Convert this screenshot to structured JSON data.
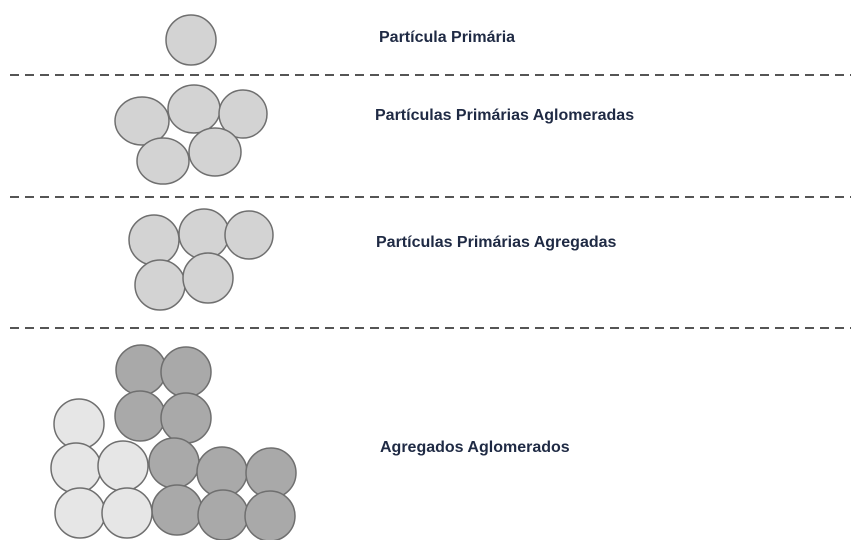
{
  "labels": {
    "primary": "Partícula Primária",
    "agglomerated": "Partículas Primárias Aglomeradas",
    "aggregated": "Partículas Primárias Agregadas",
    "aggregates_agglomerated": "Agregados Aglomerados"
  },
  "colors": {
    "text": "#1f2a44",
    "divider": "#555555",
    "outline": "#6f6f6f",
    "particle_light": "#d3d3d3",
    "particle_pale": "#e6e6e6",
    "particle_dark": "#a9a9a9"
  }
}
